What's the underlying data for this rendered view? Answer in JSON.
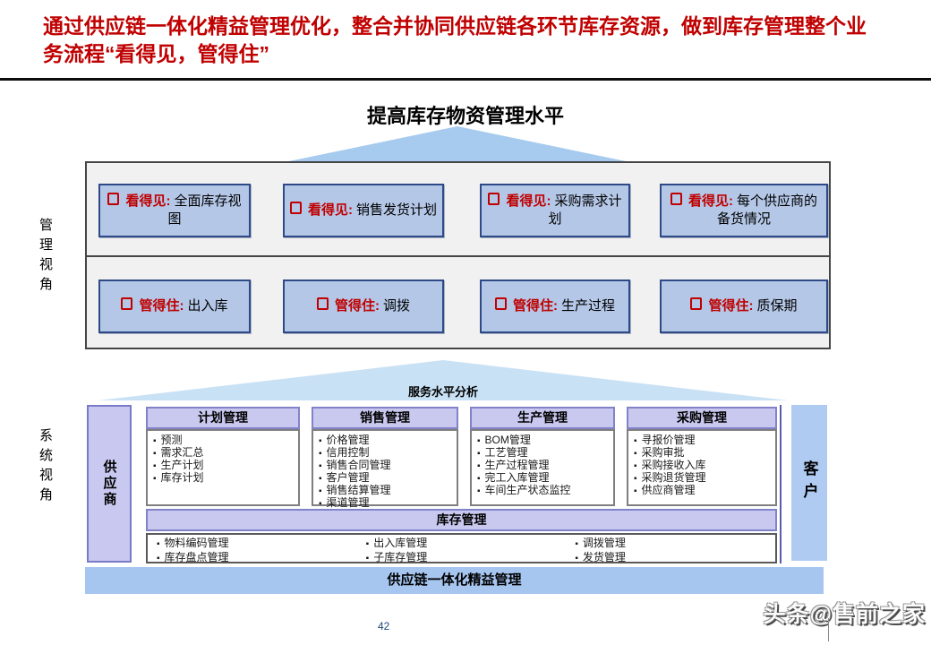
{
  "header": {
    "title": "通过供应链一体化精益管理优化，整合并协同供应链各环节库存资源，做到库存管理整个业务流程“看得见，管得住”"
  },
  "mv": {
    "label": "管理视角",
    "heading": "提高库存物资管理水平",
    "boxes_row1": [
      {
        "tag": "看得见:",
        "text": "全面库存视图"
      },
      {
        "tag": "看得见:",
        "text": "销售发货计划"
      },
      {
        "tag": "看得见:",
        "text": "采购需求计划"
      },
      {
        "tag": "看得见:",
        "text": "每个供应商的备货情况"
      }
    ],
    "boxes_row2": [
      {
        "tag": "管得住:",
        "text": "出入库"
      },
      {
        "tag": "管得住:",
        "text": "调拨"
      },
      {
        "tag": "管得住:",
        "text": "生产过程"
      },
      {
        "tag": "管得住:",
        "text": "质保期"
      }
    ]
  },
  "sv": {
    "label": "系统视角",
    "arrow_label": "服务水平分析",
    "supplier": "供应商",
    "customer": "客户",
    "columns": [
      {
        "header": "计划管理",
        "items": [
          "预测",
          "需求汇总",
          "生产计划",
          "库存计划"
        ]
      },
      {
        "header": "销售管理",
        "items": [
          "价格管理",
          "信用控制",
          "销售合同管理",
          "客户管理",
          "销售结算管理",
          "渠道管理"
        ]
      },
      {
        "header": "生产管理",
        "items": [
          "BOM管理",
          "工艺管理",
          "生产过程管理",
          "完工入库管理",
          "车间生产状态监控"
        ]
      },
      {
        "header": "采购管理",
        "items": [
          "寻报价管理",
          "采购审批",
          "采购接收入库",
          "采购退货管理",
          "供应商管理"
        ]
      }
    ],
    "inventory": {
      "header": "库存管理",
      "cols": [
        [
          "物料编码管理",
          "库存盘点管理"
        ],
        [
          "出入库管理",
          "子库存管理"
        ],
        [
          "调拨管理",
          "发货管理"
        ]
      ]
    },
    "footer_bar": "供应链一体化精益管理"
  },
  "footer": {
    "page": "42",
    "watermark": "头条@售前之家"
  },
  "icons": {
    "capability_bullet": "open-square-checkbox"
  },
  "colors": {
    "accent_red": "#c00000",
    "capability_box_fill": "#b4c7e7",
    "capability_box_border": "#2e4a86",
    "lavender_fill": "#c9c9f0",
    "lavender_border": "#8282c8",
    "bottom_bar_fill": "#a6c6f0",
    "triangle_fill": "#a6cbee",
    "page_number_blue": "#1f497d"
  }
}
